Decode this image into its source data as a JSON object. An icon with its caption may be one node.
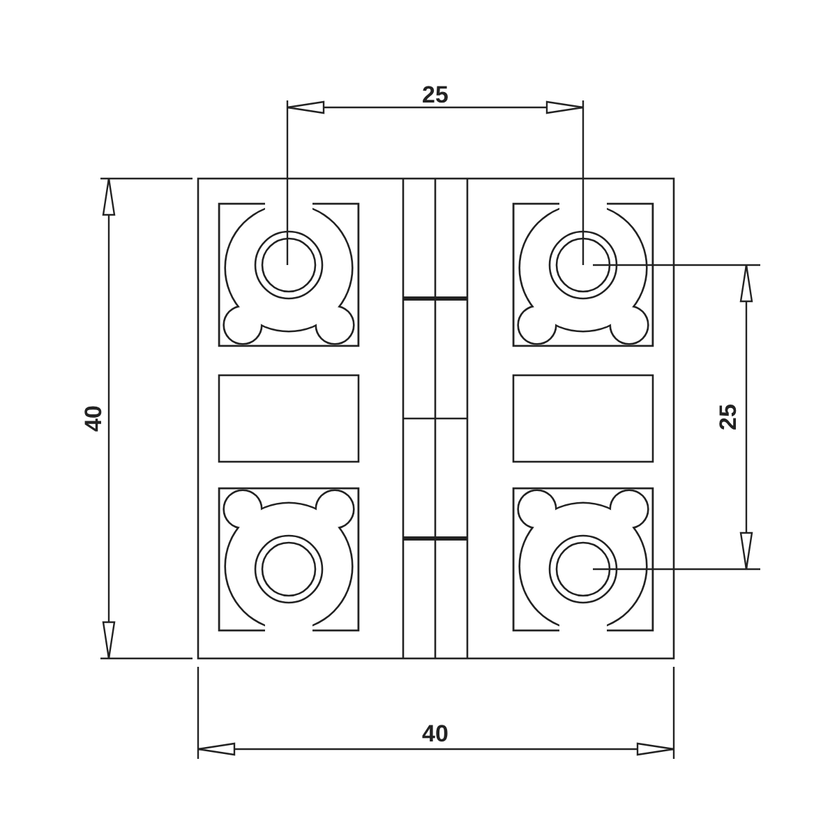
{
  "diagram": {
    "labels": [
      "25",
      "40",
      "25",
      "40"
    ]
  }
}
